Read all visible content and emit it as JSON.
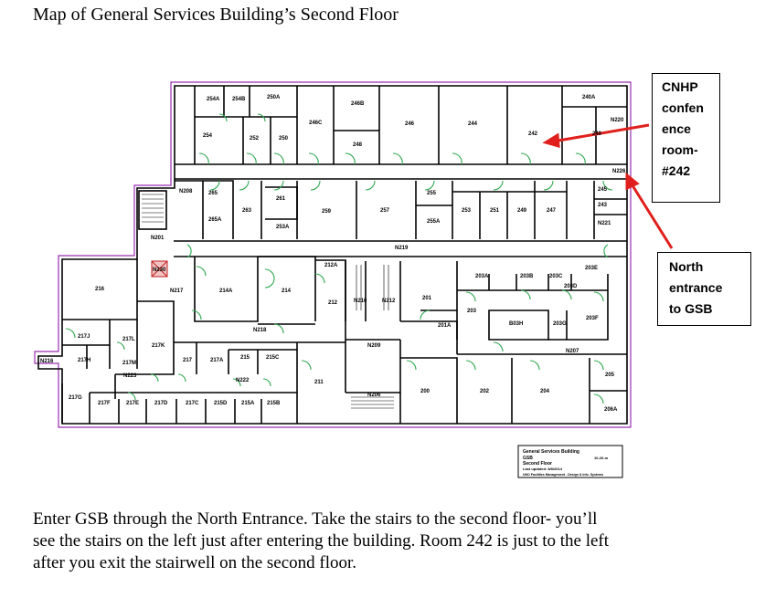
{
  "title": "Map of General Services Building’s Second Floor",
  "callout_cnhp": [
    "CNHP",
    "confen",
    "ence",
    "room-",
    "#242"
  ],
  "callout_north": [
    "North",
    "entrance",
    "to GSB"
  ],
  "instructions": [
    "Enter GSB through the North Entrance.  Take the stairs to the second floor- you’ll",
    "see the stairs on the left just after entering the building.  Room 242 is just to the left",
    "after you exit the stairwell on the second floor."
  ],
  "colors": {
    "arrow": "#e0201c",
    "walls": "#000000",
    "doors": "#2fa84f",
    "outline": "#9b2fb0"
  },
  "rooms": {
    "r254A": "254A",
    "r254B": "254B",
    "r250A": "250A",
    "r254": "254",
    "r252": "252",
    "r250": "250",
    "r246C": "246C",
    "r246B": "246B",
    "r246": "246",
    "r248": "248",
    "r244": "244",
    "r242": "242",
    "r240A": "240A",
    "r240": "240",
    "r220": "N220",
    "r265": "265",
    "r265A": "265A",
    "r263": "263",
    "r261": "261",
    "r253A": "253A",
    "r259": "259",
    "r257": "257",
    "r255": "255",
    "r255A": "255A",
    "r253": "253",
    "r251": "251",
    "r249": "249",
    "r247": "247",
    "r245": "245",
    "r243": "243",
    "rN221": "N221",
    "rN226": "N226",
    "rN208": "N208",
    "rN201": "N201",
    "rN219": "N219",
    "r216": "216",
    "rN217": "N217",
    "r214A": "214A",
    "r214": "214",
    "r212A": "212A",
    "r212": "212",
    "rN210": "N210",
    "rN212": "N212",
    "r201": "201",
    "r201A": "201A",
    "r203": "203",
    "r203A": "203A",
    "r203B": "203B",
    "r203C": "203C",
    "r203D": "203D",
    "r203E": "203E",
    "r203F": "203F",
    "r203G": "203G",
    "rB03H": "B03H",
    "rN207": "N207",
    "r205": "205",
    "r206A": "206A",
    "r204": "204",
    "r202": "202",
    "r200": "200",
    "rN209": "N209",
    "rN206": "N206",
    "r211": "211",
    "rN218": "N218",
    "r217J": "217J",
    "r217L": "217L",
    "r217K": "217K",
    "r217H": "217H",
    "r217M": "217M",
    "rN223": "N223",
    "r217": "217",
    "r217A": "217A",
    "r215": "215",
    "r215C": "215C",
    "rN222": "N222",
    "r217G": "217G",
    "r217F": "217F",
    "r217E": "217E",
    "r217D": "217D",
    "r217C": "217C",
    "r215D": "215D",
    "r215A": "215A",
    "r215B": "215B",
    "rN216": "N216",
    "rN230": "N230"
  },
  "legend": {
    "name": "General Services Building",
    "floor": "Second Floor",
    "l1": "GSB",
    "l2": "Last updated: 8/8/2014",
    "l3": "UNO Facilities Management - Design & Info. Systems",
    "scale": "10-20-m"
  }
}
